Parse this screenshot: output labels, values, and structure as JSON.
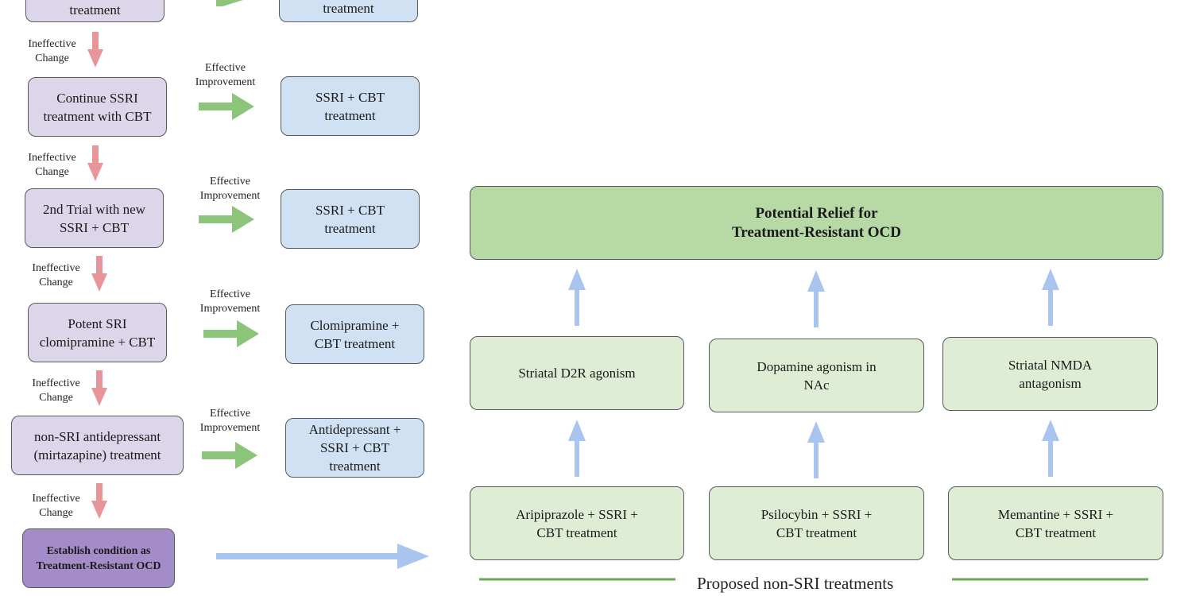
{
  "left_column": {
    "top_partial_left": "treatment",
    "top_partial_right": "treatment",
    "steps": [
      {
        "text": "Continue SSRI\ntreatment with CBT",
        "effective": "SSRI + CBT\ntreatment"
      },
      {
        "text": "2nd Trial with new\nSSRI + CBT",
        "effective": "SSRI + CBT\ntreatment"
      },
      {
        "text": "Potent SRI\nclomipramine + CBT",
        "effective": "Clomipramine +\nCBT treatment"
      },
      {
        "text": "non-SRI antidepressant\n(mirtazapine) treatment",
        "effective": "Antidepressant +\nSSRI + CBT\ntreatment"
      }
    ],
    "ineffective_label": "Ineffective\nChange",
    "effective_label": "Effective\nImprovement",
    "final": "Establish condition as\nTreatment-Resistant OCD"
  },
  "right_panel": {
    "goal": "Potential Relief for\nTreatment-Resistant OCD",
    "mechanisms": [
      "Striatal D2R agonism",
      "Dopamine agonism in\nNAc",
      "Striatal NMDA\nantagonism"
    ],
    "treatments": [
      "Aripiprazole + SSRI +\nCBT treatment",
      "Psilocybin + SSRI +\nCBT treatment",
      "Memantine + SSRI +\nCBT treatment"
    ],
    "caption": "Proposed non-SRI treatments"
  },
  "colors": {
    "ineffective_arrow": "#e8959a",
    "effective_arrow": "#8cc47a",
    "flow_arrow": "#a9c4ee",
    "underline": "#6aa84f"
  }
}
